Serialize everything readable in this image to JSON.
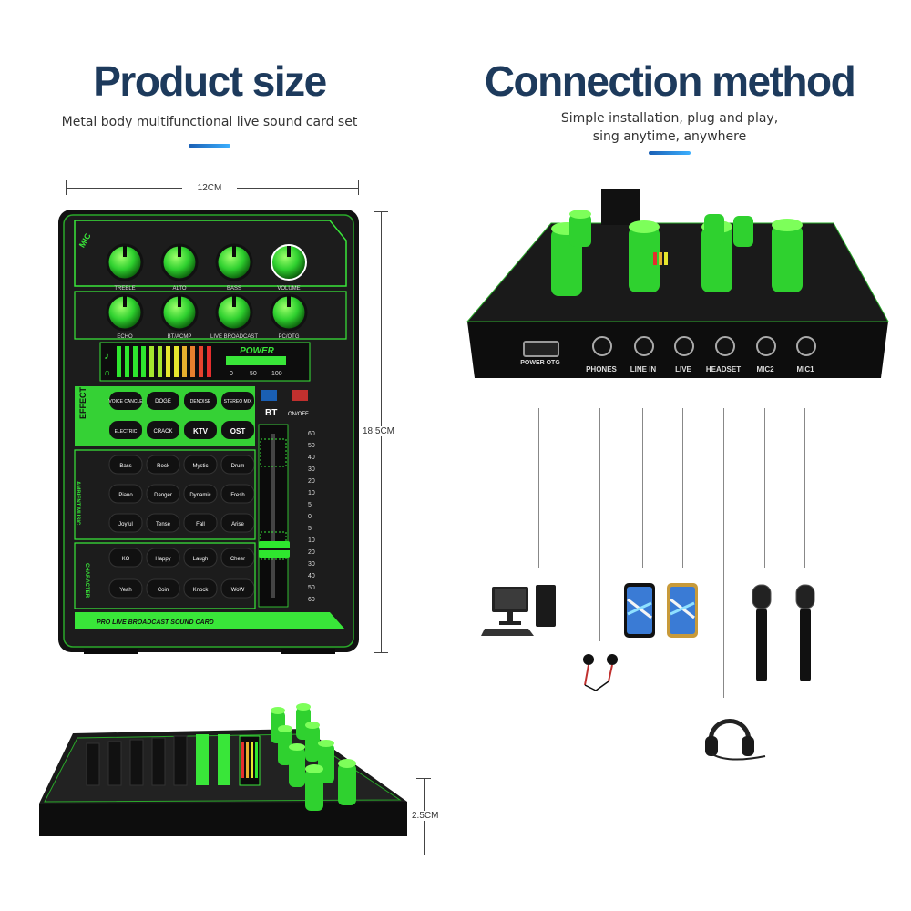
{
  "left": {
    "title": "Product size",
    "subtitle": "Metal body multifunctional live sound card set",
    "width_label": "12CM",
    "height_label": "18.5CM",
    "depth_label": "2.5CM"
  },
  "right": {
    "title": "Connection method",
    "subtitle_line1": "Simple installation, plug and play,",
    "subtitle_line2": "sing anytime, anywhere"
  },
  "device": {
    "mic_label": "MIC",
    "knobs_row1": [
      "TREBLE",
      "ALTO",
      "BASS",
      "VOLUME"
    ],
    "knobs_row2": [
      "ECHO",
      "BT/ACMP",
      "LIVE BROADCAST",
      "PC/OTG"
    ],
    "power_label": "POWER",
    "power_scale": [
      "0",
      "50",
      "100"
    ],
    "effect_label": "EFFECT",
    "effect_buttons": [
      "VOICE CANCLE",
      "DOGE",
      "DENOISE",
      "STEREO MIX",
      "ELECTRIC",
      "CRACK",
      "KTV",
      "OST"
    ],
    "bt_label": "BT",
    "bt_sub": "ON/OFF",
    "ambient_label": "AMBIENT MUSIC",
    "ambient_buttons": [
      "Bass",
      "Rock",
      "Mystic",
      "Drum",
      "Piano",
      "Danger",
      "Dynamic",
      "Fresh",
      "Joyful",
      "Tense",
      "Fall",
      "Arise"
    ],
    "character_label": "CHARACTER",
    "character_buttons": [
      "KO",
      "Happy",
      "Laugh",
      "Cheer",
      "Yeah",
      "Coin",
      "Knock",
      "WoW"
    ],
    "fader_scale": [
      "60",
      "50",
      "40",
      "30",
      "20",
      "10",
      "5",
      "0",
      "5",
      "10",
      "20",
      "30",
      "40",
      "50",
      "60"
    ],
    "brand_label": "PRO LIVE BROADCAST SOUND CARD"
  },
  "ports": [
    "POWER OTG",
    "PHONES",
    "LINE IN",
    "LIVE",
    "HEADSET",
    "MIC2",
    "MIC1"
  ],
  "accessories": [
    "computer-icon",
    "earphones-icon",
    "phone-icon",
    "phone-icon",
    "headset-icon",
    "microphone-icon",
    "microphone-icon"
  ],
  "colors": {
    "title": "#1d3a5c",
    "accent": "#39e639",
    "device": "#151515"
  }
}
